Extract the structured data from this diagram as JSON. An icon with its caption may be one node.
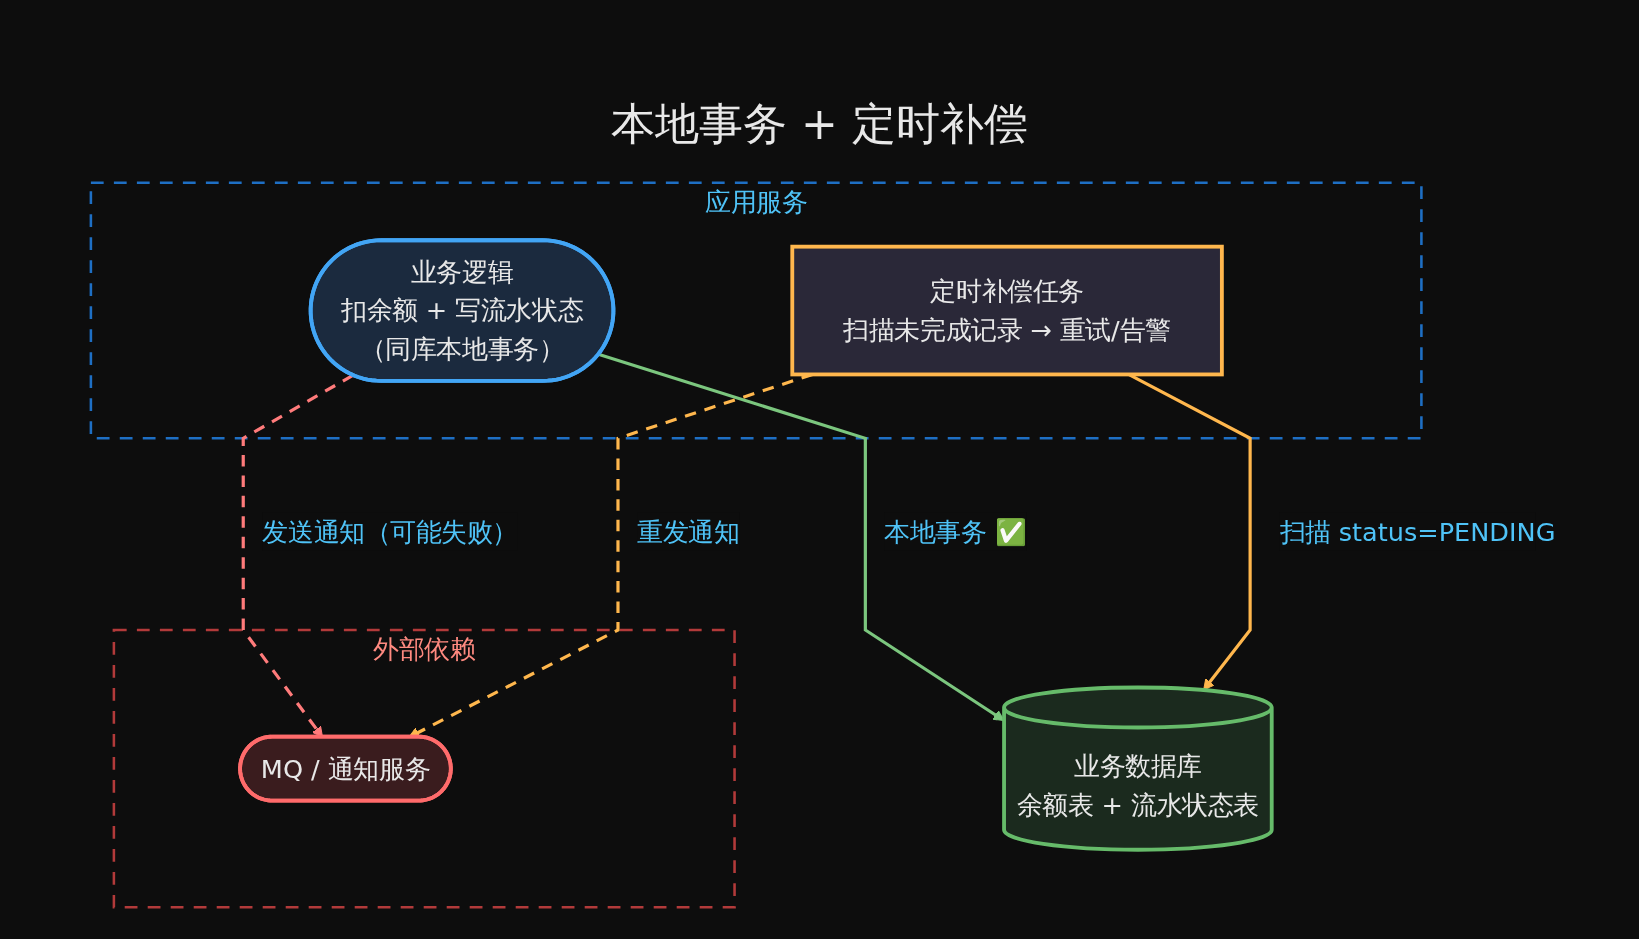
{
  "diagram": {
    "title": "本地事务 + 定时补偿",
    "nodes": [
      {
        "text": [
          "应用服务"
        ]
      },
      {
        "text": [
          "业务逻辑",
          "扣余额 + 写流水状态",
          "（同库本地事务）"
        ],
        "in": 0
      },
      {
        "text": [
          "定时补偿任务",
          "扫描未完成记录 → 重试/告警"
        ],
        "in": 0
      },
      {
        "text": [
          "业务数据库",
          "余额表 + 流水状态表"
        ]
      },
      {
        "text": [
          "外部依赖"
        ]
      },
      {
        "text": [
          "MQ / 通知服务"
        ],
        "in": 4
      }
    ],
    "edges": [
      {
        "from": 1,
        "to": 3,
        "arrow": "to",
        "label": "本地事务 ✅",
        "color": "#7bc67e"
      },
      {
        "from": 1,
        "to": 5,
        "arrow": "to",
        "label": "发送通知（可能失败）",
        "style": "dashed",
        "color": "#ff7b7b"
      },
      {
        "from": 2,
        "to": 3,
        "arrow": "to",
        "label": "扫描 status=PENDING",
        "color": "#ffb74d"
      },
      {
        "from": 2,
        "to": 5,
        "arrow": "to",
        "label": "重发通知",
        "style": "dashed",
        "color": "#ffb74d"
      }
    ]
  }
}
